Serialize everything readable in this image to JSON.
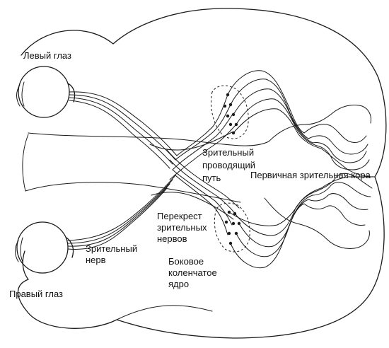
{
  "labels": {
    "left_eye": "Левый глаз",
    "right_eye": "Правый глаз",
    "optic_nerve": [
      "Зрительный",
      "нерв"
    ],
    "optic_chiasm": [
      "Перекрест",
      "зрительных",
      "нервов"
    ],
    "optic_tract": [
      "Зрительный",
      "проводящий",
      "путь"
    ],
    "primary_visual_cortex": "Первичная зрительная кора",
    "lateral_geniculate_nucleus": [
      "Боковое",
      "коленчатое",
      "ядро"
    ]
  },
  "colors": {
    "ink": "#1a1a1a",
    "background": "#ffffff"
  }
}
